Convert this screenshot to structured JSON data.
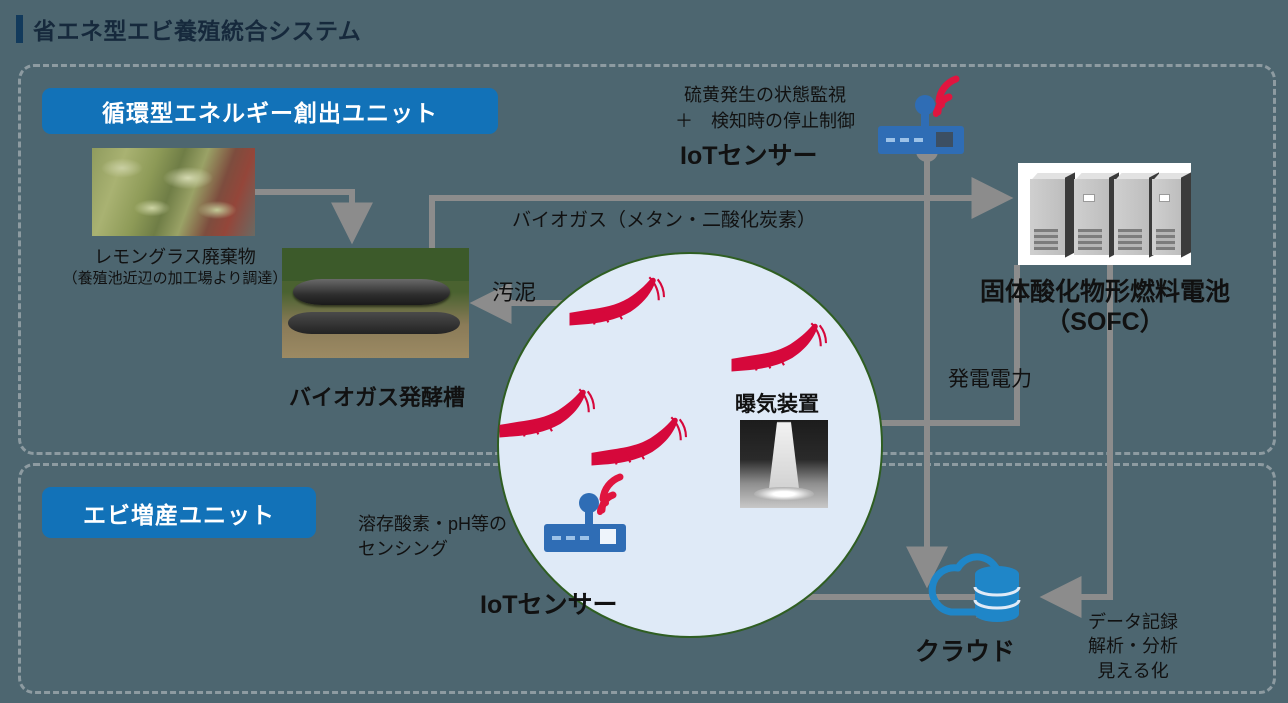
{
  "page": {
    "title": "省エネ型エビ養殖統合システム",
    "bg_color": "#4d6670",
    "accent_blue": "#1272b8",
    "title_color": "#16293c"
  },
  "units": {
    "energy": {
      "label": "循環型エネルギー創出ユニット"
    },
    "shrimp": {
      "label": "エビ増産ユニット"
    }
  },
  "nodes": {
    "lemongrass": {
      "caption_line1": "レモングラス廃棄物",
      "caption_line2": "（養殖池近辺の加工場より調達）"
    },
    "digester": {
      "caption": "バイオガス発酵槽"
    },
    "sofc": {
      "caption_line1": "固体酸化物形燃料電池",
      "caption_line2": "（SOFC）"
    },
    "cloud": {
      "caption": "クラウド"
    },
    "aerator": {
      "caption": "曝気装置"
    },
    "iot_top": {
      "desc_line1": "硫黄発生の状態監視",
      "desc_line2": "＋　検知時の停止制御",
      "label": "IoTセンサー"
    },
    "iot_bottom": {
      "desc_line1": "溶存酸素・pH等の",
      "desc_line2": "センシング",
      "label": "IoTセンサー"
    }
  },
  "flows": {
    "biogas": "バイオガス（メタン・二酸化炭素）",
    "sludge": "汚泥",
    "power": "発電電力",
    "data": "データ記録\n解析・分析\n見える化",
    "data_line1": "データ記録",
    "data_line2": "解析・分析",
    "data_line3": "見える化"
  },
  "icons": {
    "sensor": "wifi-sensor-icon",
    "cloud": "cloud-database-icon",
    "shrimp": "shrimp-icon",
    "rack": "server-rack-icon"
  },
  "colors": {
    "arrow": "#8c8c8c",
    "pond_fill": "#dfeaf7",
    "pond_stroke": "#2f5e22",
    "shrimp": "#d6083b",
    "sensor_body": "#2f6db5",
    "wifi": "#e0153f",
    "cloud": "#1f86c8",
    "dashed_border": "#8d9ba1"
  }
}
